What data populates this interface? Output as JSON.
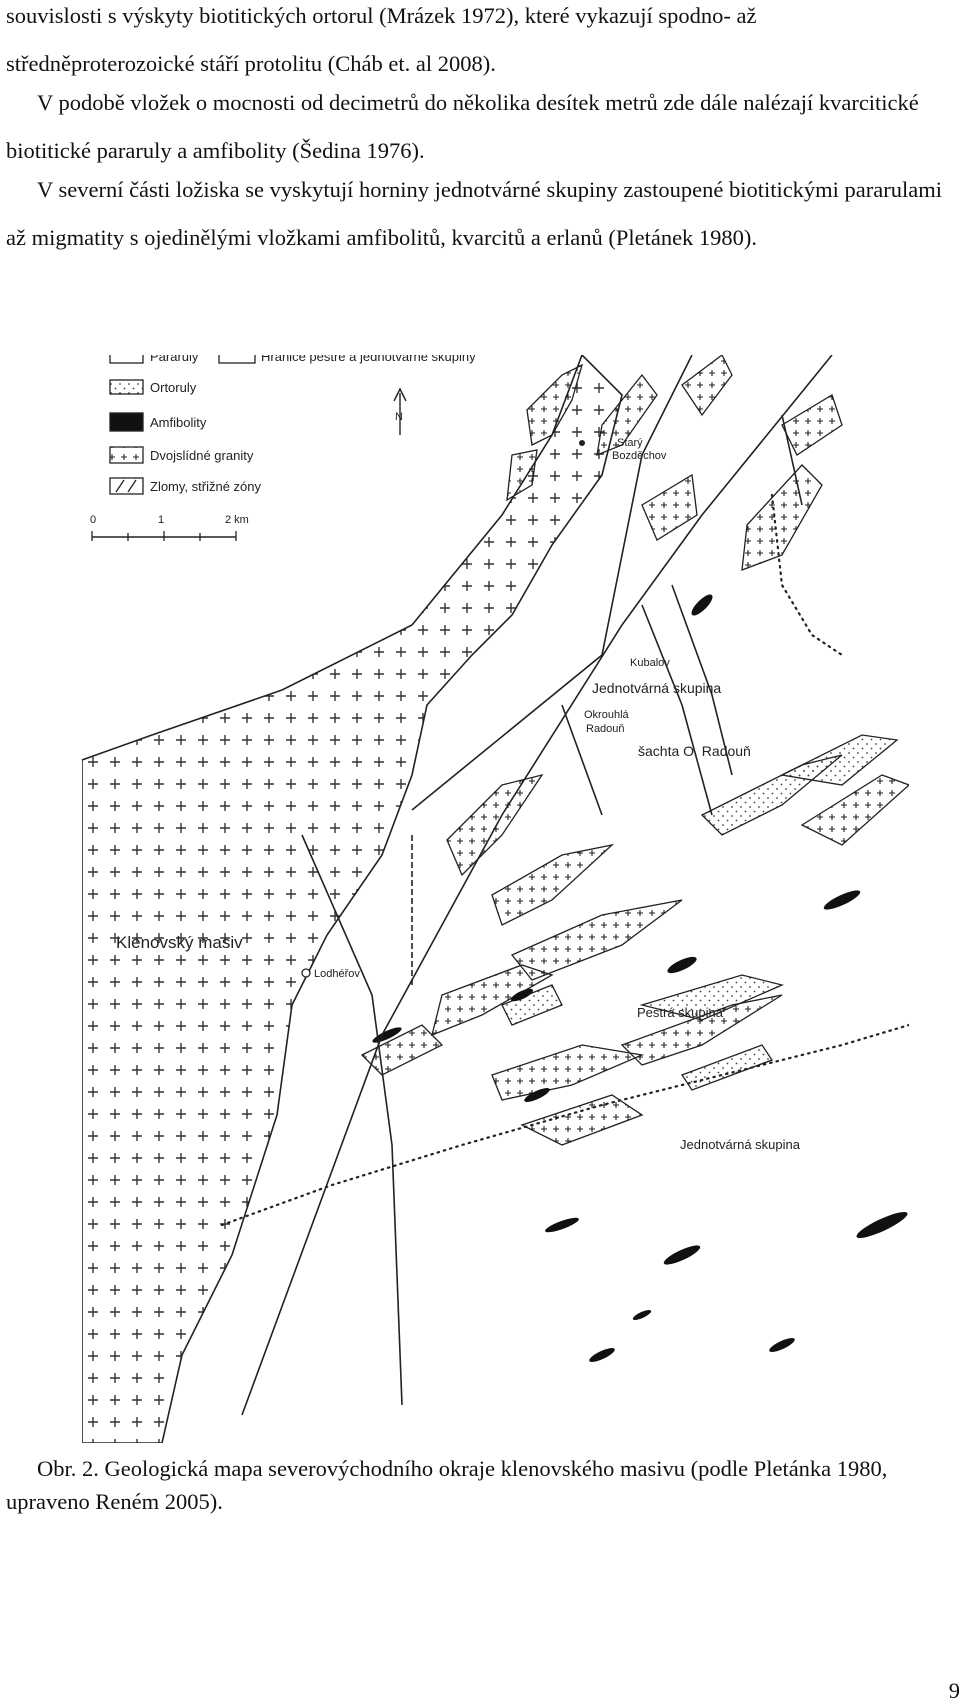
{
  "text": {
    "p1": "souvislosti s výskyty biotitických ortorul (Mrázek 1972), které vykazují spodno- až středněproterozoické stáří protolitu (Cháb et. al 2008).",
    "p2": "V podobě vložek o mocnosti od decimetrů do několika desítek metrů zde dále nalézají kvarcitické biotitické pararuly a amfibolity (Šedina 1976).",
    "p3": "V severní části ložiska se vyskytují horniny jednotvárné skupiny zastoupené biotitickými pararulami až migmatity s ojedinělými vložkami amfibolitů, kvarcitů a erlanů (Pletánek 1980).",
    "caption": "Obr. 2. Geologická mapa severovýchodního okraje klenovského masivu (podle Pletánka 1980, upraveno Reném 2005).",
    "page_number": "9"
  },
  "map": {
    "legend": {
      "pararuly": "Pararuly",
      "hranice": "Hranice pestré a jednotvárné skupiny",
      "ortoruly": "Ortoruly",
      "amfibolity": "Amfibolity",
      "granity": "Dvojslídné granity",
      "zlomy": "Zlomy, střižné zóny"
    },
    "scale": {
      "t0": "0",
      "t1": "1",
      "t2": "2 km"
    },
    "north": "N",
    "labels": {
      "stary1": "Starý",
      "stary2": "Bozděchov",
      "kubalov": "Kubalov",
      "jednotvarna": "Jednotvárná skupina",
      "okrouhla1": "Okrouhlá",
      "okrouhla2": "Radouň",
      "sachta": "šachta O. Radouň",
      "klenovsky": "Klenovský masiv",
      "lodherov": "Lodhéřov",
      "pestra": "Pestrá skupina",
      "jednotvarna2": "Jednotvárná skupina"
    }
  }
}
